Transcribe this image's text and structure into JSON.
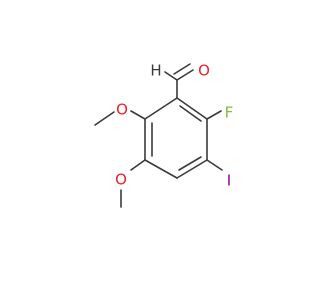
{
  "molecule": {
    "atoms": {
      "oxygen_aldehyde": {
        "symbol": "O",
        "color": "#e8232d"
      },
      "hydrogen_aldehyde": {
        "symbol": "H",
        "color": "#3a3a3a"
      },
      "fluorine": {
        "symbol": "F",
        "color": "#80bd34"
      },
      "iodine": {
        "symbol": "I",
        "color": "#940094"
      },
      "oxygen_methoxy_2": {
        "symbol": "O",
        "color": "#e8232d"
      },
      "oxygen_methoxy_3": {
        "symbol": "O",
        "color": "#e8232d"
      }
    },
    "bond_color": "#3a3a3a",
    "background": "#ffffff"
  }
}
